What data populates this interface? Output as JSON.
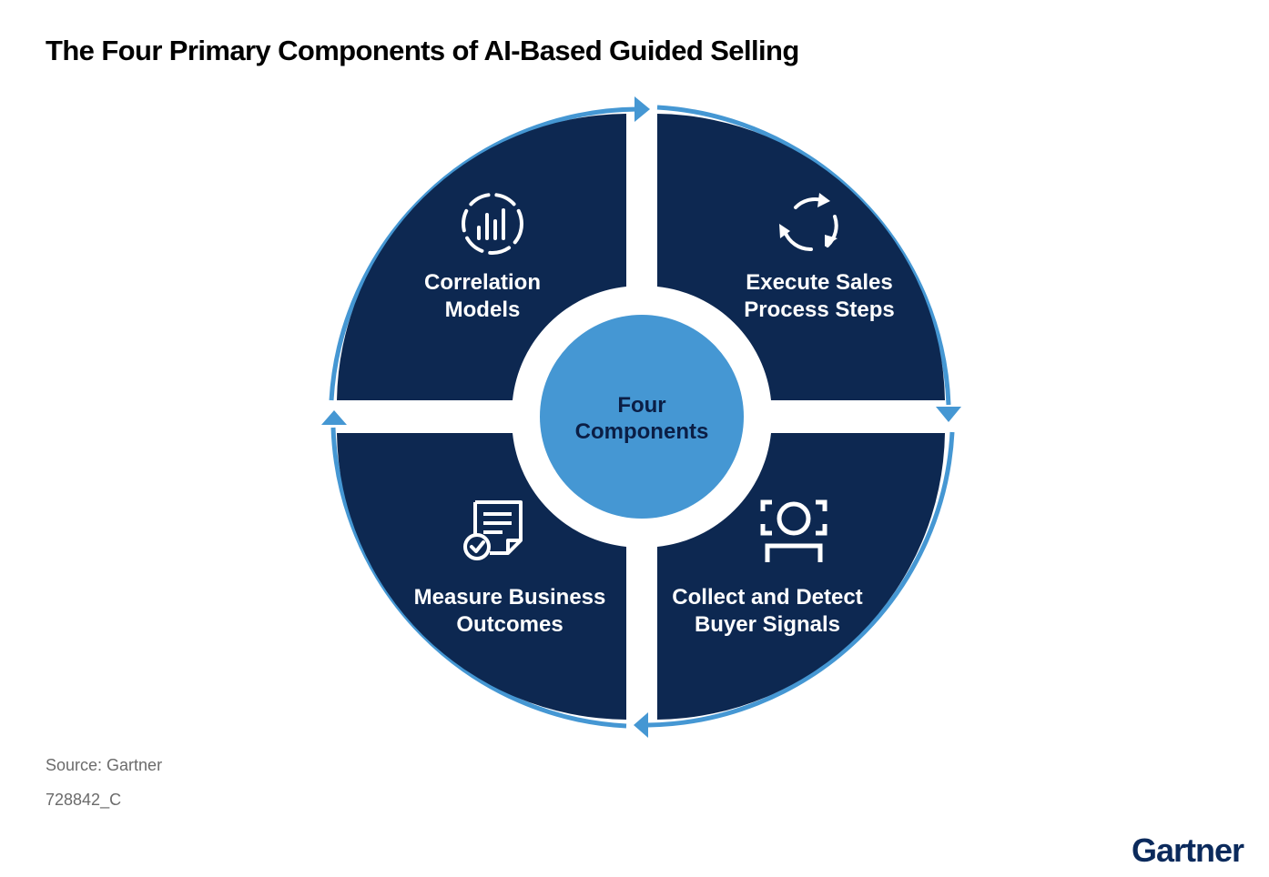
{
  "title": "The Four Primary Components of AI-Based Guided Selling",
  "center": {
    "line1": "Four",
    "line2": "Components"
  },
  "segments": [
    {
      "id": "top-left",
      "line1": "Correlation",
      "line2": "Models",
      "icon": "bar-chart-circle-icon"
    },
    {
      "id": "top-right",
      "line1": "Execute Sales",
      "line2": "Process Steps",
      "icon": "refresh-cycle-icon"
    },
    {
      "id": "bottom-right",
      "line1": "Collect and Detect",
      "line2": "Buyer Signals",
      "icon": "person-scan-icon"
    },
    {
      "id": "bottom-left",
      "line1": "Measure Business",
      "line2": "Outcomes",
      "icon": "document-check-icon"
    }
  ],
  "colors": {
    "segment": "#0d2851",
    "accent": "#4597d3",
    "center_text": "#0b1e45",
    "logo": "#0b2a5c"
  },
  "footer": {
    "source": "Source: Gartner",
    "code": "728842_C"
  },
  "logo": "Gartner"
}
